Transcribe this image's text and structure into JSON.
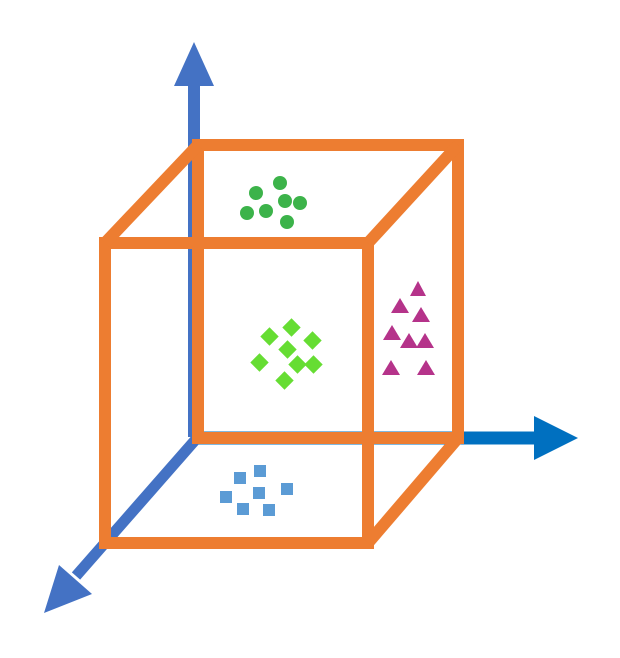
{
  "diagram": {
    "type": "3d-axes-cube-clusters",
    "colors": {
      "axis_vertical": "#4472C4",
      "axis_horizontal": "#0070C0",
      "axis_depth": "#4472C4",
      "cube": "#ED7D31",
      "cluster_green_dark": "#3CB34A",
      "cluster_green_light": "#66DD33",
      "cluster_magenta": "#B5338A",
      "cluster_blue": "#5B9BD5"
    },
    "axes": [
      {
        "name": "vertical-axis",
        "icon": "arrow-up"
      },
      {
        "name": "horizontal-axis",
        "icon": "arrow-right"
      },
      {
        "name": "depth-axis",
        "icon": "arrow-down-left"
      }
    ],
    "clusters": [
      {
        "name": "dark-green-circle-cluster",
        "shape": "circle",
        "count": 7
      },
      {
        "name": "light-green-diamond-cluster",
        "shape": "diamond",
        "count": 8
      },
      {
        "name": "magenta-triangle-cluster",
        "shape": "triangle",
        "count": 8
      },
      {
        "name": "blue-square-cluster",
        "shape": "square",
        "count": 7
      }
    ]
  }
}
